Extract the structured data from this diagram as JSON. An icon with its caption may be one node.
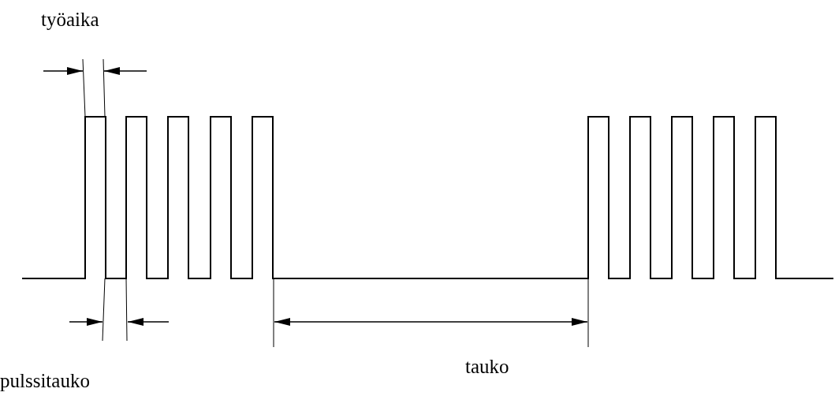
{
  "diagram": {
    "labels": [
      "työaika",
      "pulssitauko",
      "tauko"
    ]
  }
}
